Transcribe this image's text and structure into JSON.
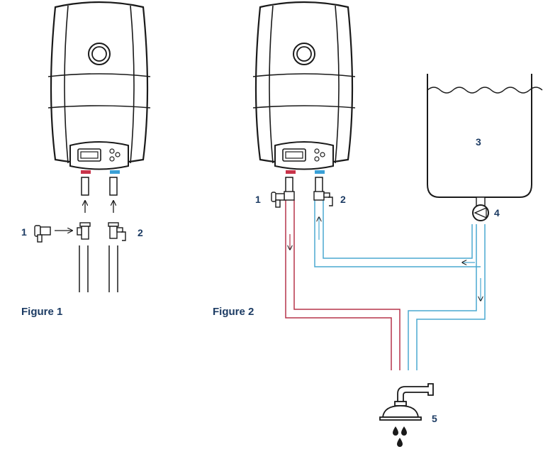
{
  "figures": {
    "figure1": {
      "caption": "Figure 1",
      "labels": {
        "part_1": "1",
        "part_2": "2"
      }
    },
    "figure2": {
      "caption": "Figure 2",
      "labels": {
        "part_1": "1",
        "part_2": "2",
        "tank": "3",
        "pump": "4",
        "shower": "5"
      }
    }
  },
  "colors": {
    "outline": "#1a1a1a",
    "label_text": "#1c3b63",
    "hot_pipe": "#b5344a",
    "cold_pipe": "#4aa8d0"
  }
}
